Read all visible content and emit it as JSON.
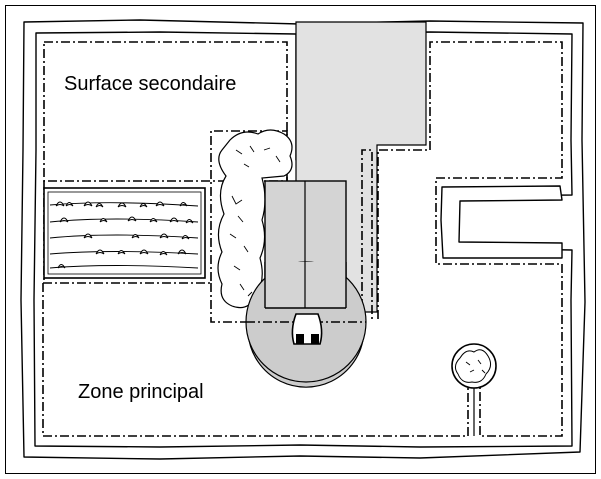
{
  "diagram": {
    "labels": {
      "secondary_area": "Surface secondaire",
      "main_area": "Zone principal"
    },
    "colors": {
      "line": "#000000",
      "hedge_fill": "#d9d9d9",
      "driveway_fill": "#e2e2e2",
      "house_fill": "#d4d4d4",
      "station_zone_fill": "#cccccc",
      "background": "#ffffff"
    },
    "icons": [
      "hedge-border",
      "flower-bed",
      "bush",
      "tree",
      "house",
      "driveway",
      "charging-station",
      "robotic-mower",
      "boundary-wire"
    ]
  }
}
